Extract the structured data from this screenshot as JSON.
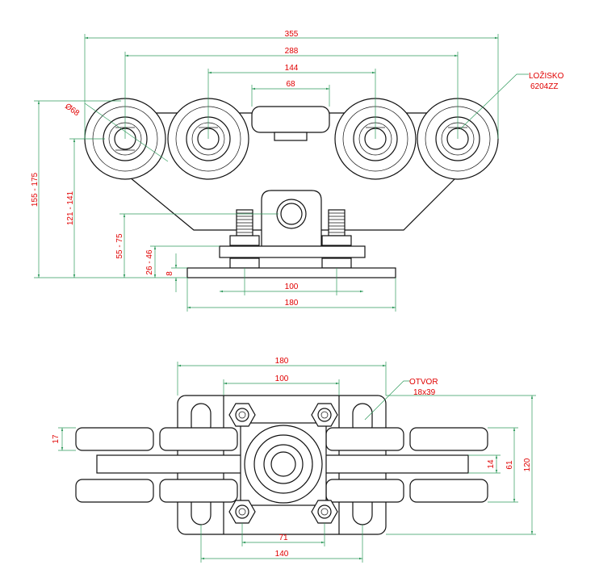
{
  "front_view": {
    "dimensions": {
      "overall_width": "355",
      "wheel_centers": "288",
      "inner_wheel_centers": "144",
      "center_roller": "68",
      "plate_hole_spacing": "100",
      "plate_width": "180",
      "wheel_diameter": "Ø68",
      "total_height": "155 - 175",
      "wheel_axis_height": "121 - 141",
      "bracket_height": "55 - 75",
      "nut_height": "26 - 46",
      "plate_thickness": "8"
    },
    "annotation": {
      "line1": "LOŽISKO",
      "line2": "6204ZZ"
    }
  },
  "top_view": {
    "dimensions": {
      "plate_width": "180",
      "hole_spacing": "100",
      "plate_depth": "120",
      "wheel_spacing": "61",
      "center_bar": "14",
      "wheel_width": "17",
      "bolt_spacing": "71",
      "slot_spacing": "140"
    },
    "annotation": {
      "line1": "OTVOR",
      "line2": "18x39"
    }
  }
}
